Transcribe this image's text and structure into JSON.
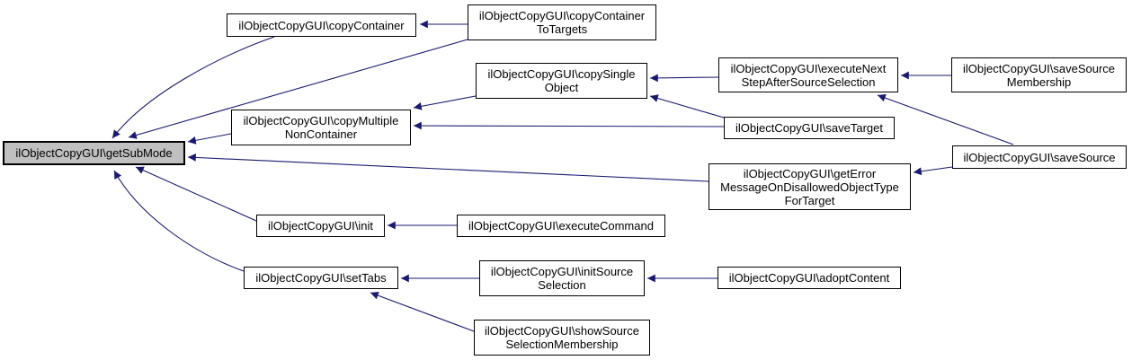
{
  "diagram": {
    "type": "caller-graph",
    "background": "#ffffff",
    "colors": {
      "edge": "#191970",
      "node_border": "#000000",
      "node_fill": "#ffffff",
      "highlight_fill": "#c0c0c0",
      "text": "#000000",
      "background": "#ffffff"
    }
  },
  "nodes": [
    {
      "id": "getSubMode",
      "label": "ilObjectCopyGUI\\getSubMode",
      "highlighted": true
    },
    {
      "id": "copyContainer",
      "label": "ilObjectCopyGUI\\copyContainer",
      "highlighted": false
    },
    {
      "id": "copyContainerToTargets",
      "label": "ilObjectCopyGUI\\copyContainer\nToTargets",
      "highlighted": false
    },
    {
      "id": "copySingleObject",
      "label": "ilObjectCopyGUI\\copySingle\nObject",
      "highlighted": false
    },
    {
      "id": "executeNextStepAfterSourceSelection",
      "label": "ilObjectCopyGUI\\executeNext\nStepAfterSourceSelection",
      "highlighted": false
    },
    {
      "id": "saveSourceMembership",
      "label": "ilObjectCopyGUI\\saveSource\nMembership",
      "highlighted": false
    },
    {
      "id": "copyMultipleNonContainer",
      "label": "ilObjectCopyGUI\\copyMultiple\nNonContainer",
      "highlighted": false
    },
    {
      "id": "saveTarget",
      "label": "ilObjectCopyGUI\\saveTarget",
      "highlighted": false
    },
    {
      "id": "saveSource",
      "label": "ilObjectCopyGUI\\saveSource",
      "highlighted": false
    },
    {
      "id": "getErrorMessageOnDisallowedObjectTypeForTarget",
      "label": "ilObjectCopyGUI\\getError\nMessageOnDisallowedObjectType\nForTarget",
      "highlighted": false
    },
    {
      "id": "init",
      "label": "ilObjectCopyGUI\\init",
      "highlighted": false
    },
    {
      "id": "executeCommand",
      "label": "ilObjectCopyGUI\\executeCommand",
      "highlighted": false
    },
    {
      "id": "setTabs",
      "label": "ilObjectCopyGUI\\setTabs",
      "highlighted": false
    },
    {
      "id": "initSourceSelection",
      "label": "ilObjectCopyGUI\\initSource\nSelection",
      "highlighted": false
    },
    {
      "id": "adoptContent",
      "label": "ilObjectCopyGUI\\adoptContent",
      "highlighted": false
    },
    {
      "id": "showSourceSelectionMembership",
      "label": "ilObjectCopyGUI\\showSource\nSelectionMembership",
      "highlighted": false
    }
  ],
  "edges": [
    {
      "from": "copyContainerToTargets",
      "to": "copyContainer"
    },
    {
      "from": "copyContainer",
      "to": "getSubMode"
    },
    {
      "from": "copyContainerToTargets",
      "to": "getSubMode"
    },
    {
      "from": "executeNextStepAfterSourceSelection",
      "to": "copySingleObject"
    },
    {
      "from": "saveTarget",
      "to": "copySingleObject"
    },
    {
      "from": "copySingleObject",
      "to": "copyMultipleNonContainer"
    },
    {
      "from": "saveTarget",
      "to": "copyMultipleNonContainer"
    },
    {
      "from": "copyMultipleNonContainer",
      "to": "getSubMode"
    },
    {
      "from": "getErrorMessageOnDisallowedObjectTypeForTarget",
      "to": "getSubMode"
    },
    {
      "from": "saveSourceMembership",
      "to": "executeNextStepAfterSourceSelection"
    },
    {
      "from": "saveSource",
      "to": "executeNextStepAfterSourceSelection"
    },
    {
      "from": "saveSource",
      "to": "getErrorMessageOnDisallowedObjectTypeForTarget"
    },
    {
      "from": "init",
      "to": "getSubMode"
    },
    {
      "from": "setTabs",
      "to": "getSubMode"
    },
    {
      "from": "executeCommand",
      "to": "init"
    },
    {
      "from": "initSourceSelection",
      "to": "setTabs"
    },
    {
      "from": "showSourceSelectionMembership",
      "to": "setTabs"
    },
    {
      "from": "adoptContent",
      "to": "initSourceSelection"
    }
  ]
}
